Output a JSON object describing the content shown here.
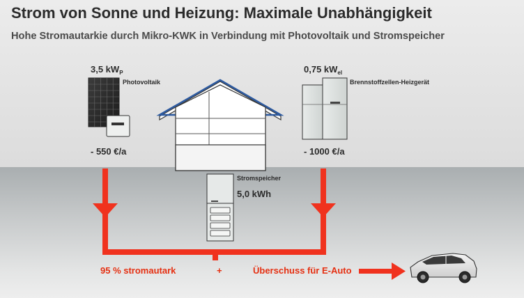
{
  "header": {
    "title": "Strom von Sonne und Heizung: Maximale Unabhängigkeit",
    "subtitle": "Hohe Stromautarkie durch Mikro-KWK in Verbindung mit Photovoltaik und Stromspeicher"
  },
  "pv": {
    "power_value": "3,5 kW",
    "power_sub": "P",
    "label": "Photovoltaik",
    "cost": "- 550 €/a"
  },
  "fuel_cell": {
    "power_value": "0,75 kW",
    "power_sub": "el",
    "label": "Brennstoffzellen-Heizgerät",
    "cost": "- 1000 €/a"
  },
  "storage": {
    "label": "Stromspeicher",
    "capacity": "5,0 kWh"
  },
  "result": {
    "autarky": "95 % stromautark",
    "plus": "+",
    "surplus": "Überschuss für E-Auto"
  },
  "colors": {
    "arrow": "#f0321e",
    "text_red": "#e53012",
    "roof_blue": "#2d5aa0"
  }
}
